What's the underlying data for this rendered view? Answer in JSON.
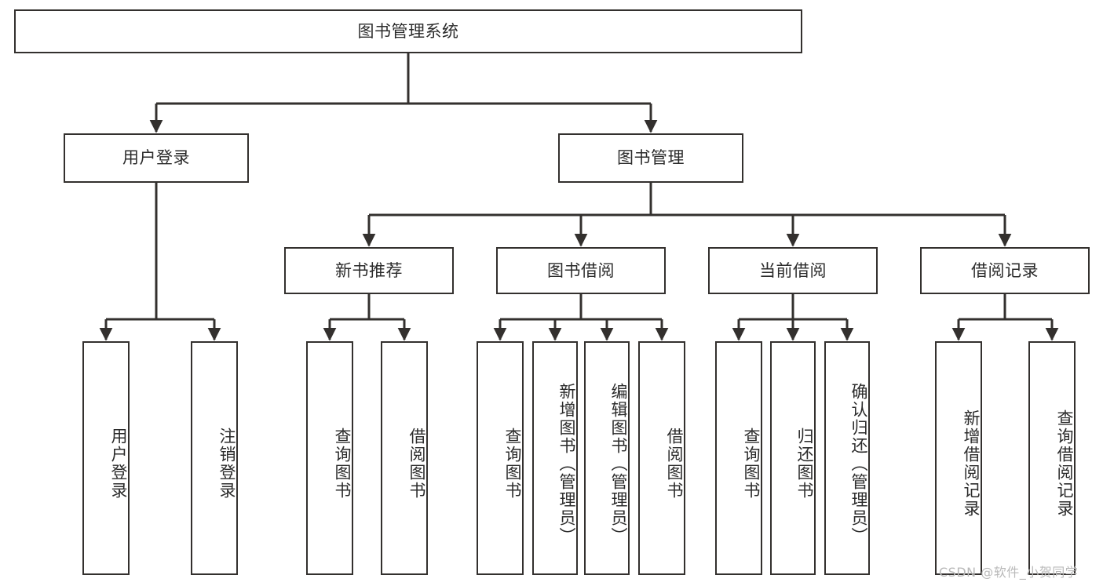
{
  "diagram": {
    "title": "图书管理系统",
    "type": "functional-structure-tree",
    "colors": {
      "box_border": "#33302e",
      "box_fill": "#ffffff",
      "edge": "#33302e",
      "text": "#2b2b2b",
      "watermark": "#b9b9b9",
      "background": "#ffffff"
    },
    "watermark": "CSDN @软件_小贺同学",
    "nodes": {
      "root": {
        "label": "图书管理系统"
      },
      "level2": [
        {
          "id": "user-login",
          "label": "用户登录"
        },
        {
          "id": "book-management",
          "label": "图书管理"
        }
      ],
      "level3": [
        {
          "id": "new-book-recommend",
          "label": "新书推荐"
        },
        {
          "id": "book-borrow",
          "label": "图书借阅"
        },
        {
          "id": "current-borrow",
          "label": "当前借阅"
        },
        {
          "id": "borrow-record",
          "label": "借阅记录"
        }
      ],
      "leaves": [
        {
          "id": "leaf-user-login",
          "label": "用户登录",
          "parent": "user-login"
        },
        {
          "id": "leaf-logout",
          "label": "注销登录",
          "parent": "user-login"
        },
        {
          "id": "leaf-query-book-1",
          "label": "查询图书",
          "parent": "new-book-recommend"
        },
        {
          "id": "leaf-borrow-book-1",
          "label": "借阅图书",
          "parent": "new-book-recommend"
        },
        {
          "id": "leaf-query-book-2",
          "label": "查询图书",
          "parent": "book-borrow"
        },
        {
          "id": "leaf-add-book",
          "label": "新增图书（管理员）",
          "parent": "book-borrow"
        },
        {
          "id": "leaf-edit-book",
          "label": "编辑图书（管理员）",
          "parent": "book-borrow"
        },
        {
          "id": "leaf-borrow-book-2",
          "label": "借阅图书",
          "parent": "book-borrow"
        },
        {
          "id": "leaf-query-book-3",
          "label": "查询图书",
          "parent": "current-borrow"
        },
        {
          "id": "leaf-return-book",
          "label": "归还图书",
          "parent": "current-borrow"
        },
        {
          "id": "leaf-confirm-return",
          "label": "确认归还（管理员）",
          "parent": "current-borrow"
        },
        {
          "id": "leaf-add-record",
          "label": "新增借阅记录",
          "parent": "borrow-record"
        },
        {
          "id": "leaf-query-record",
          "label": "查询借阅记录",
          "parent": "borrow-record"
        }
      ]
    }
  }
}
